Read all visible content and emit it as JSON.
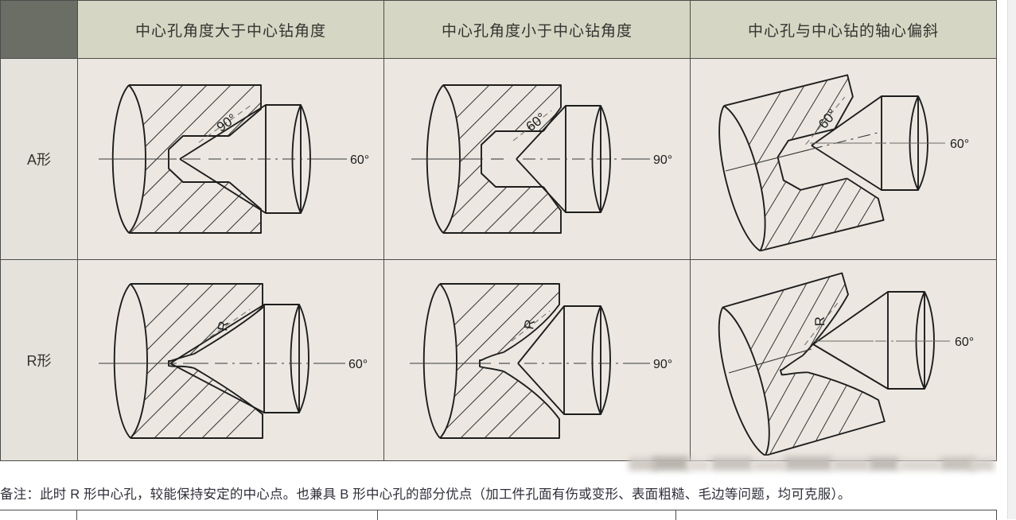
{
  "table": {
    "corner_label": "",
    "headers": [
      "中心孔角度大于中心钻角度",
      "中心孔角度小于中心钻角度",
      "中心孔与中心钻的轴心偏斜"
    ],
    "rows": [
      {
        "label": "A形",
        "cells": [
          {
            "hole_angle": "90°",
            "drill_angle": "60°",
            "tilted": false,
            "profile": "A"
          },
          {
            "hole_angle": "60°",
            "drill_angle": "90°",
            "tilted": false,
            "profile": "A"
          },
          {
            "hole_angle": "60°",
            "drill_angle": "60°",
            "tilted": true,
            "profile": "A"
          }
        ]
      },
      {
        "label": "R形",
        "cells": [
          {
            "hole_angle": "R",
            "drill_angle": "60°",
            "tilted": false,
            "profile": "R"
          },
          {
            "hole_angle": "R",
            "drill_angle": "90°",
            "tilted": false,
            "profile": "R"
          },
          {
            "hole_angle": "R",
            "drill_angle": "60°",
            "tilted": true,
            "profile": "R"
          }
        ]
      }
    ]
  },
  "note": "备注：此时 R 形中心孔，较能保持安定的中心点。也兼具 B 形中心孔的部分优点（加工件孔面有伤或变形、表面粗糙、毛边等问题，均可克服）。",
  "cut_row_text": "",
  "colors": {
    "corner_bg": "#6b6e65",
    "header_bg": "#d6d6c4",
    "row_label_bg": "#e4e2da",
    "cell_bg": "#ece8e1",
    "border": "#4c4c49",
    "line": "#1d1d1d",
    "note_text": "#2f2f3a"
  }
}
